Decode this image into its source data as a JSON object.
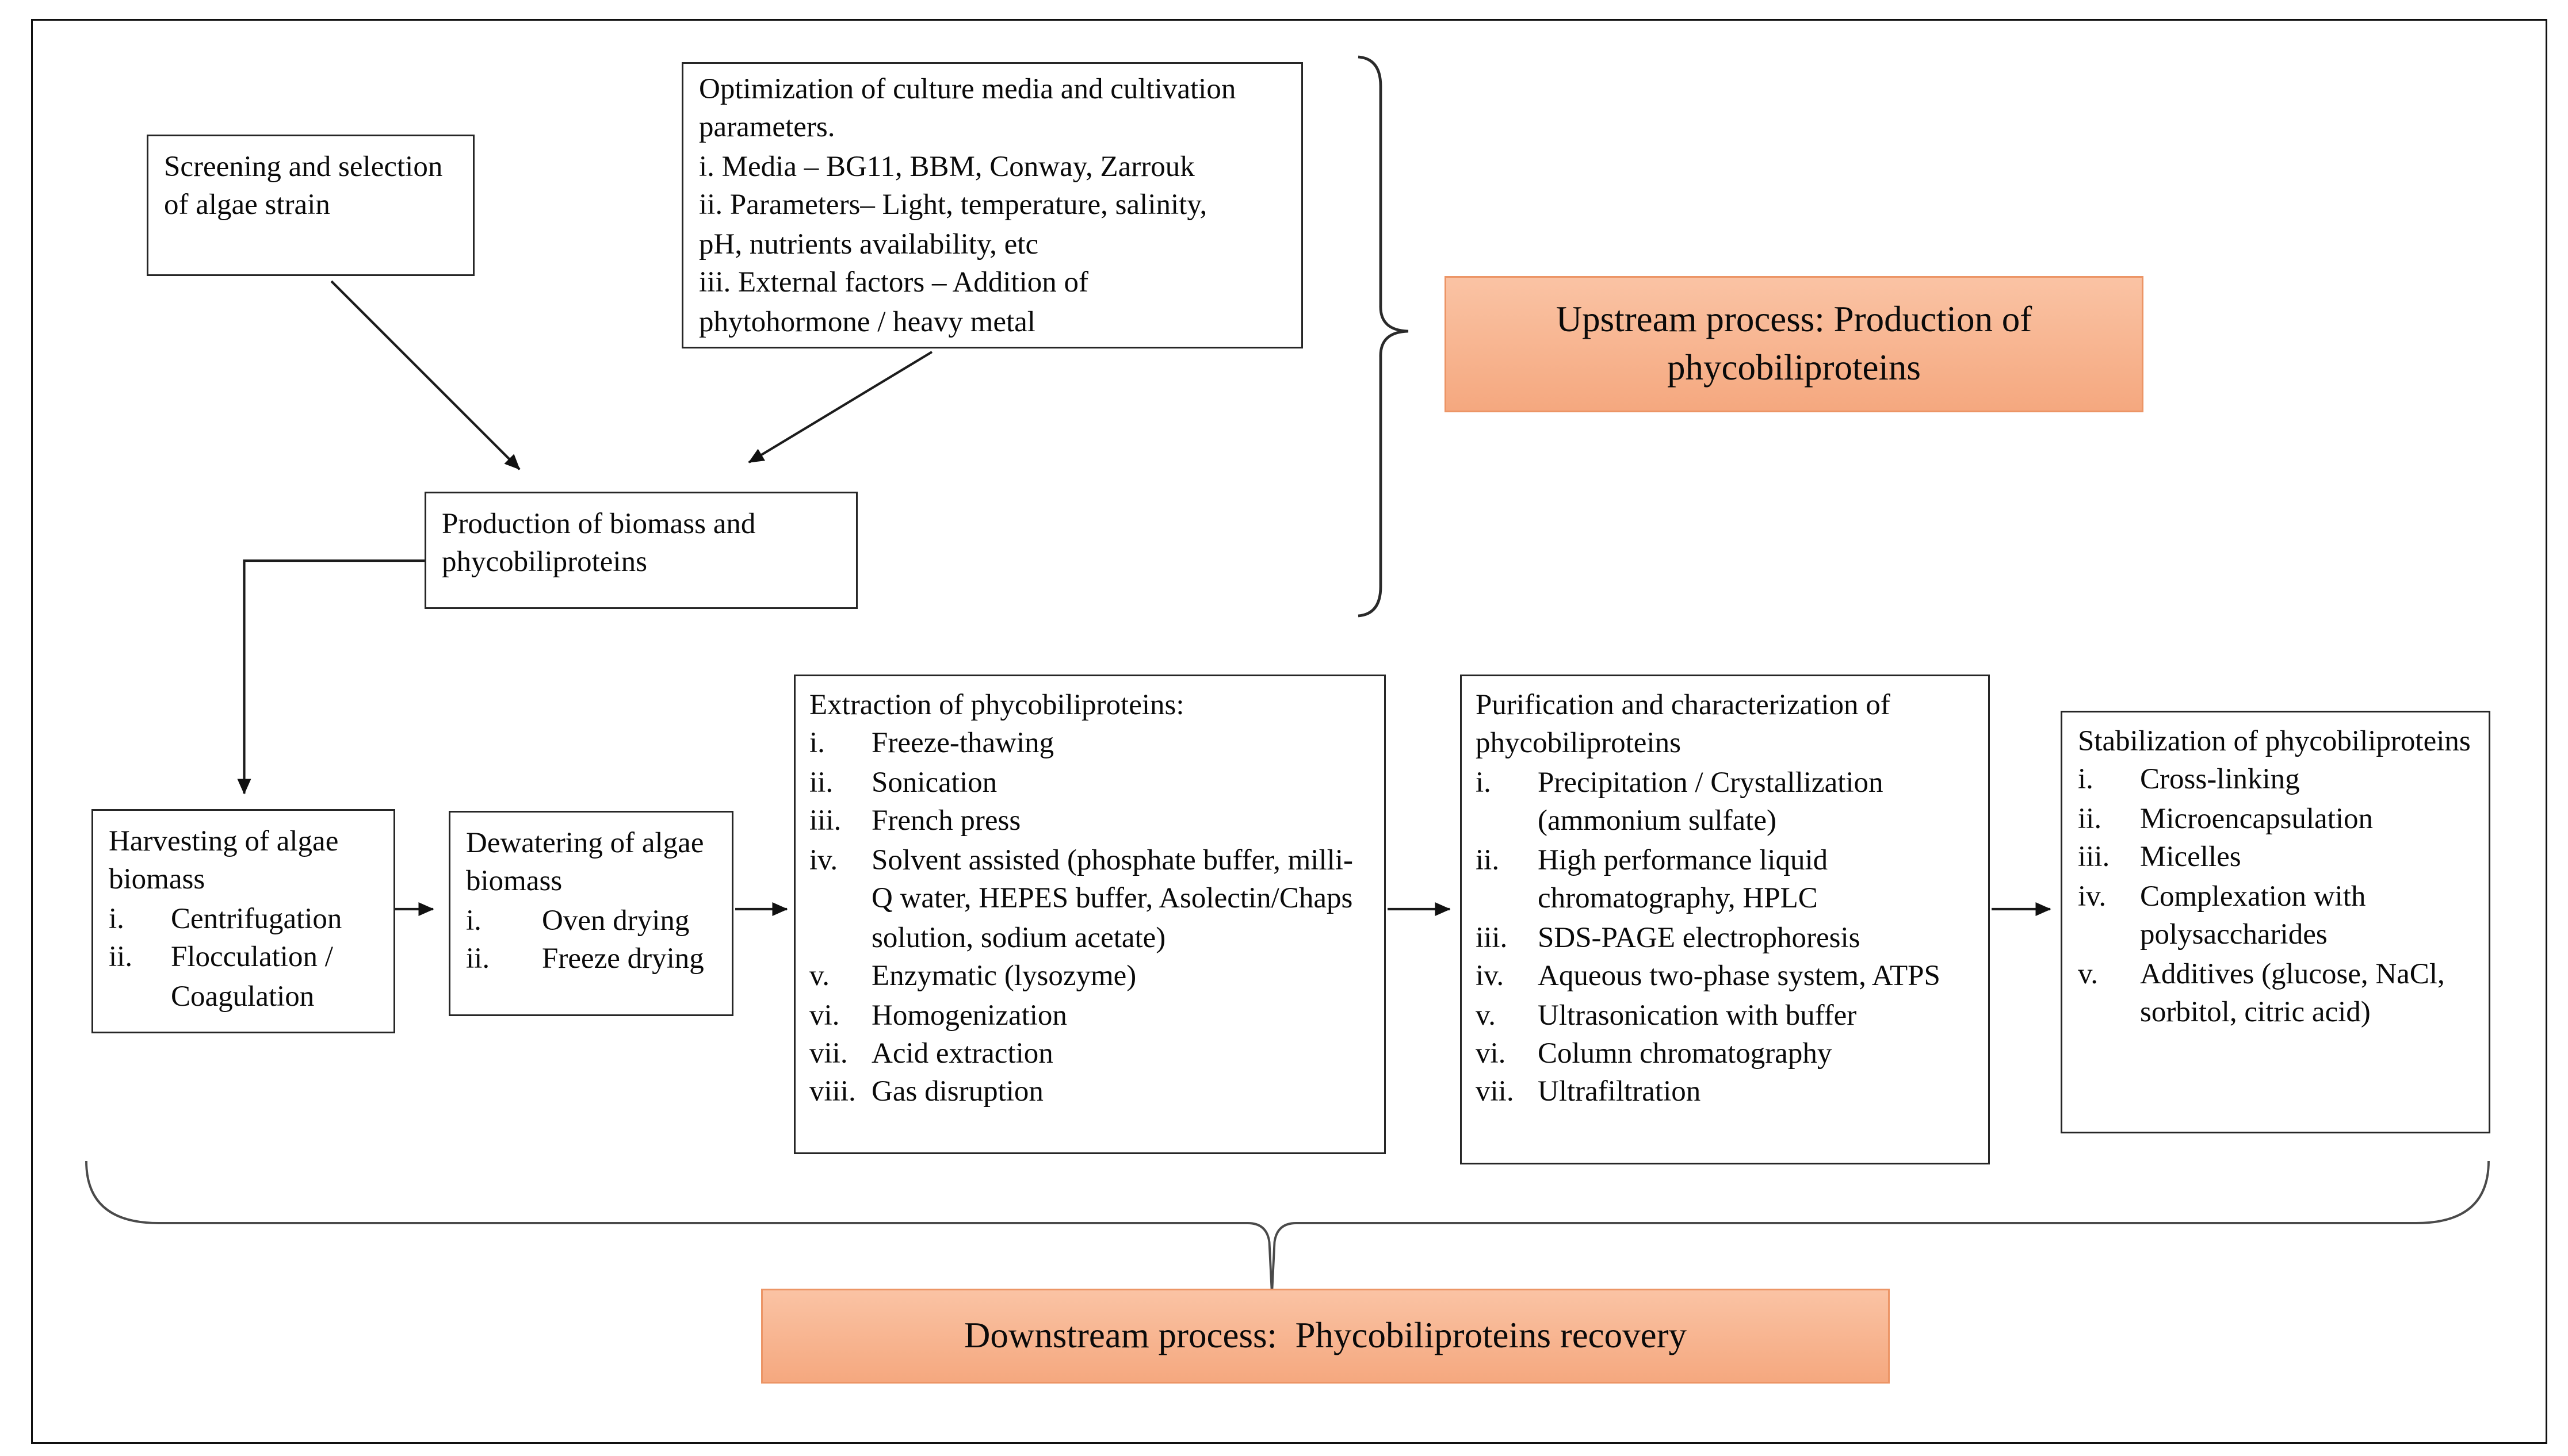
{
  "figure": {
    "upstream_label": "Upstream process: Production of phycobiliproteins",
    "downstream_label": "Downstream process:  Phycobiliproteins recovery",
    "colors": {
      "accent_fill_top": "#fac3a4",
      "accent_fill_bottom": "#f5a87f",
      "accent_border": "#ec9566",
      "line": "#1c1c1c"
    },
    "boxes": {
      "screening": {
        "text": "Screening and selection of algae strain"
      },
      "optimization": {
        "lines": [
          "Optimization of culture media and cultivation parameters.",
          "i. Media – BG11, BBM, Conway, Zarrouk",
          "ii. Parameters– Light, temperature, salinity, pH, nutrients availability, etc",
          "iii. External factors – Addition of phytohormone / heavy metal"
        ]
      },
      "production": {
        "text": "Production of biomass and phycobiliproteins"
      },
      "harvesting": {
        "title": "Harvesting of algae biomass",
        "items": [
          {
            "num": "i.",
            "text": "Centrifugation"
          },
          {
            "num": "ii.",
            "text": "Flocculation / Coagulation"
          }
        ]
      },
      "dewatering": {
        "title": "Dewatering of algae biomass",
        "items": [
          {
            "num": "i.",
            "text": "Oven drying"
          },
          {
            "num": "ii.",
            "text": "Freeze drying"
          }
        ]
      },
      "extraction": {
        "title": "Extraction of phycobiliproteins:",
        "items": [
          {
            "num": "i.",
            "text": "Freeze-thawing"
          },
          {
            "num": "ii.",
            "text": "Sonication"
          },
          {
            "num": "iii.",
            "text": "French press"
          },
          {
            "num": "iv.",
            "text": "Solvent assisted (phosphate buffer, milli-Q water, HEPES buffer, Asolectin/Chaps solution, sodium acetate)"
          },
          {
            "num": "v.",
            "text": "Enzymatic (lysozyme)"
          },
          {
            "num": "vi.",
            "text": "Homogenization"
          },
          {
            "num": "vii.",
            "text": "Acid extraction"
          },
          {
            "num": "viii.",
            "text": "Gas disruption"
          }
        ]
      },
      "purification": {
        "title": "Purification and characterization of phycobiliproteins",
        "items": [
          {
            "num": "i.",
            "text": "Precipitation / Crystallization (ammonium sulfate)"
          },
          {
            "num": "ii.",
            "text": "High performance liquid chromatography, HPLC"
          },
          {
            "num": "iii.",
            "text": "SDS-PAGE electrophoresis"
          },
          {
            "num": "iv.",
            "text": "Aqueous two-phase system, ATPS"
          },
          {
            "num": "v.",
            "text": "Ultrasonication with buffer"
          },
          {
            "num": "vi.",
            "text": "Column chromatography"
          },
          {
            "num": "vii.",
            "text": "Ultrafiltration"
          }
        ]
      },
      "stabilization": {
        "title": "Stabilization of phycobiliproteins",
        "items": [
          {
            "num": "i.",
            "text": "Cross-linking"
          },
          {
            "num": "ii.",
            "text": "Microencapsulation"
          },
          {
            "num": "iii.",
            "text": "Micelles"
          },
          {
            "num": "iv.",
            "text": "Complexation with polysaccharides"
          },
          {
            "num": "v.",
            "text": "Additives (glucose, NaCl, sorbitol, citric acid)"
          }
        ]
      }
    }
  }
}
